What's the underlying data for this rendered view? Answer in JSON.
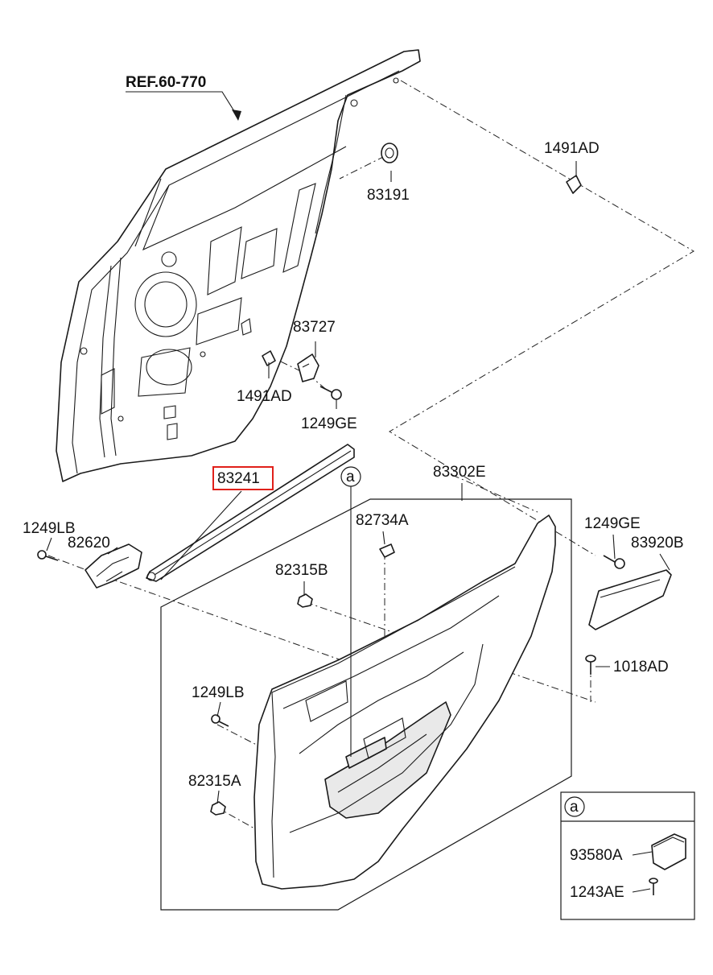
{
  "highlight_color": "#e0201a",
  "callouts": {
    "ref": "REF.60-770",
    "p83191": "83191",
    "p1491AD_top": "1491AD",
    "p83727": "83727",
    "p1491AD_mid": "1491AD",
    "p1249GE_mid": "1249GE",
    "p83241": "83241",
    "p83302E": "83302E",
    "p1249LB_left": "1249LB",
    "p82620": "82620",
    "p82734A": "82734A",
    "p82315B": "82315B",
    "p1249GE_right": "1249GE",
    "p83920B": "83920B",
    "p1018AD": "1018AD",
    "p1249LB_mid": "1249LB",
    "p82315A": "82315A",
    "circle_a": "a"
  },
  "detail_box": {
    "tag": "a",
    "p93580A": "93580A",
    "p1243AE": "1243AE"
  }
}
